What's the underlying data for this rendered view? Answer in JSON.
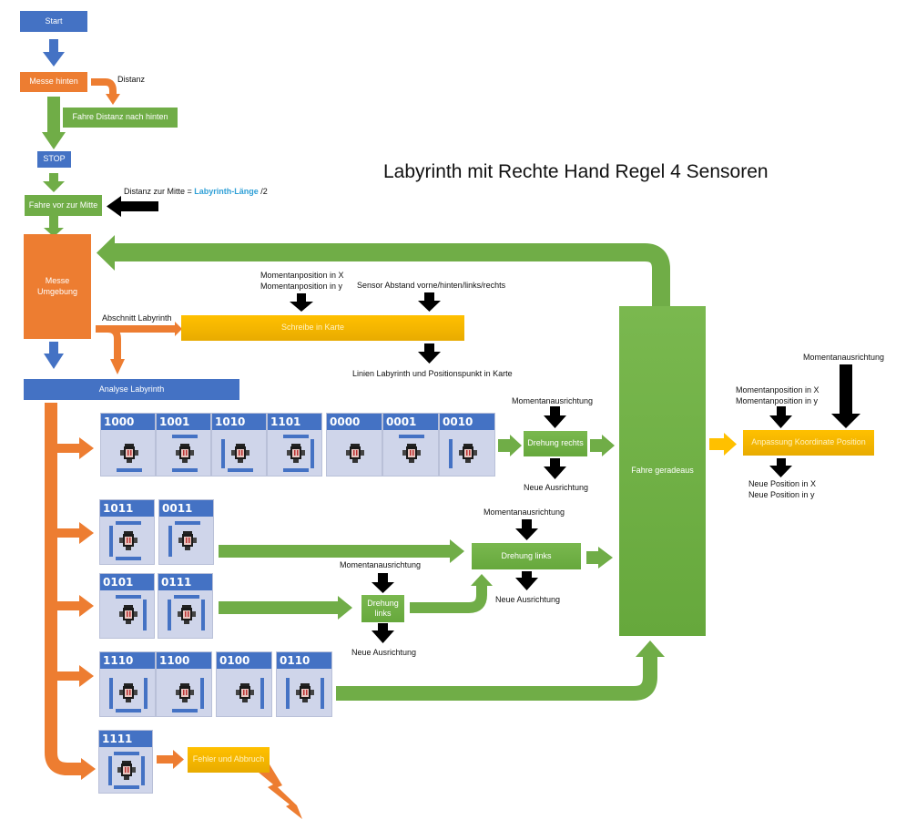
{
  "title": "Labyrinth mit Rechte Hand Regel 4 Sensoren",
  "colors": {
    "blue": "#4472c4",
    "orange": "#ed7d31",
    "green": "#70ad47",
    "yellow": "#ffc000",
    "tile_bg": "#cfd5ea",
    "accent_text": "#2e9fd6",
    "black_arrow": "#000000"
  },
  "nodes": {
    "start": "Start",
    "messe_hinten": "Messe hinten",
    "fahre_distanz": "Fahre Distanz nach hinten",
    "stop": "STOP",
    "fahre_mitte": "Fahre vor zur Mitte",
    "messe_umgebung": "Messe Umgebung",
    "schreibe_karte": "Schreibe in Karte",
    "analyse": "Analyse Labyrinth",
    "drehung_rechts": "Drehung rechts",
    "drehung_links_main": "Drehung links",
    "drehung_links_small": "Drehung links",
    "fahre_geradeaus": "Fahre geradeaus",
    "anpassung": "Anpassung Koordinate Position",
    "fehler": "Fehler und Abbruch"
  },
  "labels": {
    "distanz": "Distanz",
    "distanz_mitte_prefix": "Distanz zur Mitte = ",
    "distanz_mitte_accent": "Labyrinth-Länge",
    "distanz_mitte_suffix": " /2",
    "abschnitt": "Abschnitt Labyrinth",
    "momentanposition_x": "Momentanposition in X",
    "momentanposition_y": "Momentanposition in y",
    "sensor_abstand": "Sensor Abstand vorne/hinten/links/rechts",
    "linien": "Linien Labyrinth und Positionspunkt in Karte",
    "momentanausrichtung": "Momentanausrichtung",
    "neue_ausrichtung": "Neue Ausrichtung",
    "neue_position_x": "Neue Position in X",
    "neue_position_y": "Neue Position in y"
  },
  "tile_groups": [
    {
      "name": "rechts-group-a",
      "codes": [
        "1000",
        "1001",
        "1010",
        "1101"
      ]
    },
    {
      "name": "rechts-group-b",
      "codes": [
        "0000",
        "0001",
        "0010"
      ]
    },
    {
      "name": "links-group",
      "codes": [
        "1011",
        "0011"
      ]
    },
    {
      "name": "links-double-group",
      "codes": [
        "0101",
        "0111"
      ]
    },
    {
      "name": "geradeaus-group",
      "codes": [
        "1110",
        "1100",
        "0100",
        "0110"
      ]
    },
    {
      "name": "fehler-group",
      "codes": [
        "1111"
      ]
    }
  ]
}
